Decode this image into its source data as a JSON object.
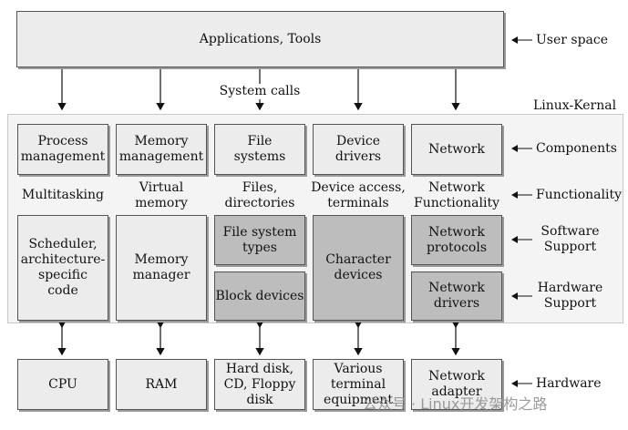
{
  "top_box": "Applications, Tools",
  "system_calls": "System calls",
  "kernel_label": "Linux-Kernal",
  "side": {
    "user_space": "User space",
    "components": "Components",
    "functionality": "Functionality",
    "software_support": "Software\nSupport",
    "hardware_support": "Hardware\nSupport",
    "hardware": "Hardware"
  },
  "components": [
    "Process\nmanagement",
    "Memory\nmanagement",
    "File\nsystems",
    "Device\ndrivers",
    "Network"
  ],
  "functionality": [
    "Multitasking",
    "Virtual\nmemory",
    "Files,\ndirectories",
    "Device access,\nterminals",
    "Network\nFunctionality"
  ],
  "support": {
    "scheduler": "Scheduler,\narchitecture-\nspecific\ncode",
    "memory_manager": "Memory\nmanager",
    "fs_types": "File system\ntypes",
    "block_devices": "Block devices",
    "char_devices": "Character\ndevices",
    "net_protocols": "Network\nprotocols",
    "net_drivers": "Network\ndrivers"
  },
  "hardware": [
    "CPU",
    "RAM",
    "Hard disk,\nCD, Floppy\ndisk",
    "Various\nterminal\nequipment",
    "Network\nadapter"
  ],
  "watermark": "公众号 · Linux开发架构之路",
  "colors": {
    "light_box": "#ececec",
    "dark_box": "#bdbdbd",
    "kernel_bg": "#f4f4f4"
  }
}
